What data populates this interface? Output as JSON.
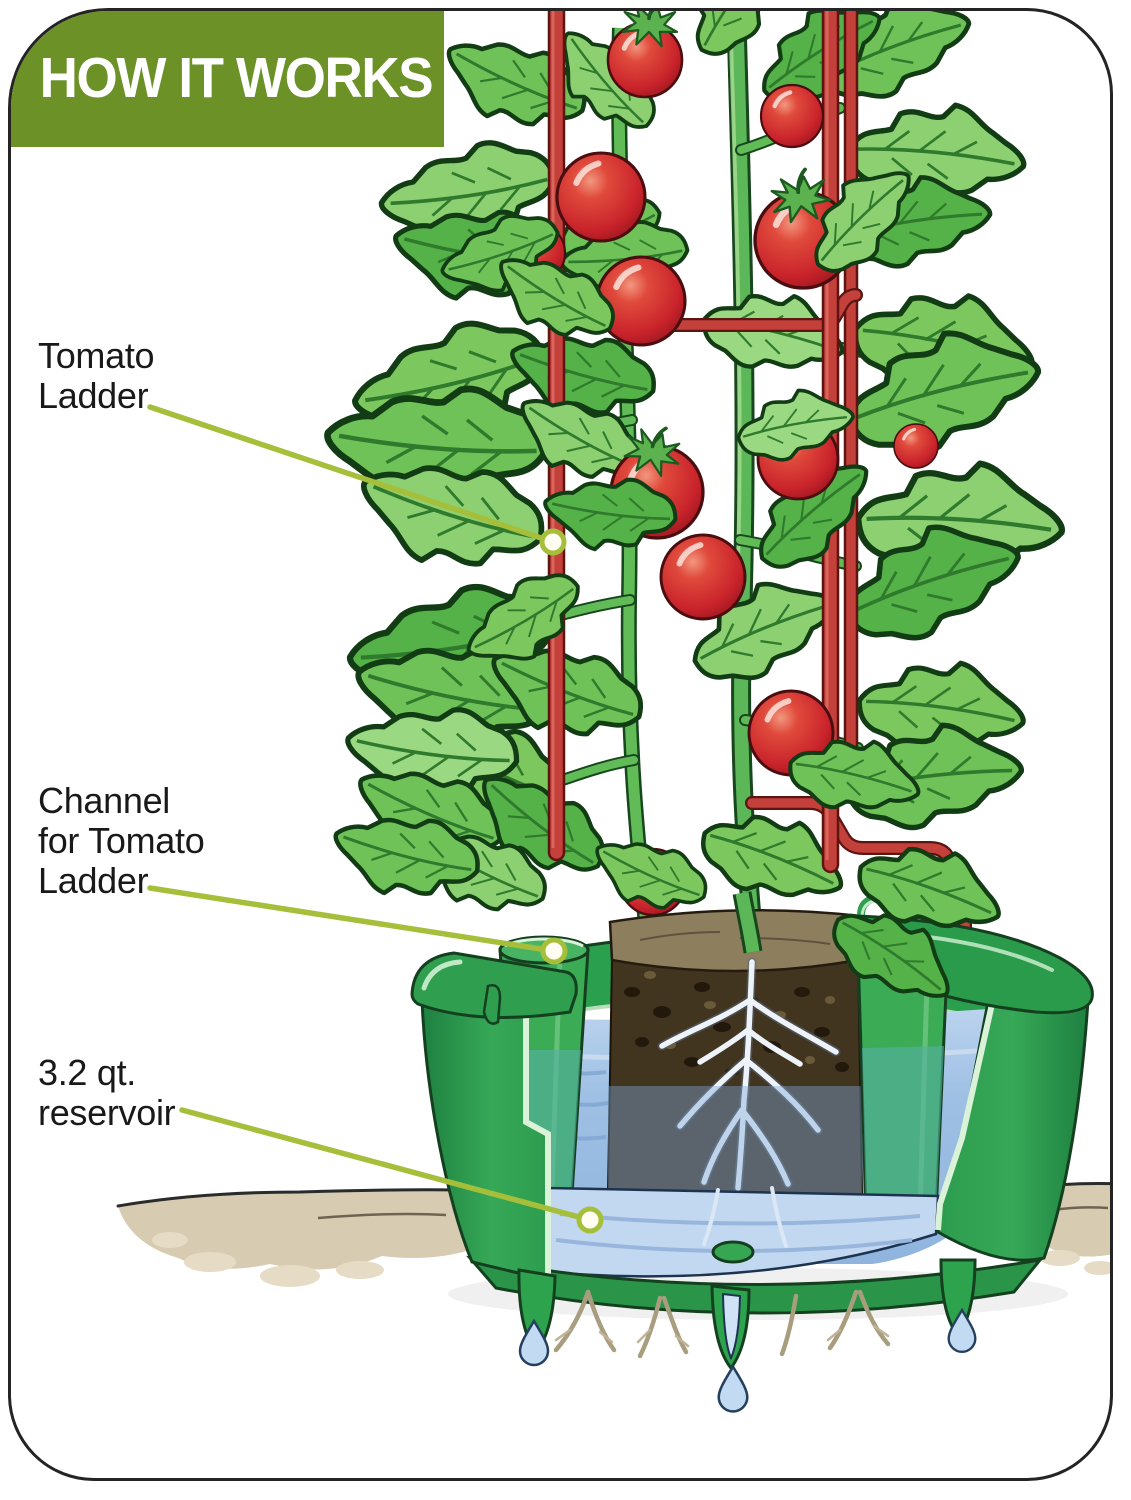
{
  "header": {
    "title": "HOW IT WORKS",
    "bg_color": "#6b9127",
    "text_color": "#ffffff"
  },
  "callouts": [
    {
      "id": "tomato-ladder",
      "lines": [
        "Tomato",
        "Ladder"
      ]
    },
    {
      "id": "channel-for-tomato-ladder",
      "lines": [
        "Channel",
        "for Tomato",
        "Ladder"
      ]
    },
    {
      "id": "reservoir-3-2-qt",
      "lines": [
        "3.2 qt.",
        "reservoir"
      ]
    }
  ],
  "callout_style": {
    "line_color": "#a6bf3b",
    "dot_fill": "#fffdf2",
    "text_color": "#191919"
  },
  "illustration": {
    "subject": "Self-watering tomato planter cutaway with tomato ladder",
    "elements": {
      "ladder": "red tomato ladder stakes with bent rungs",
      "plant": "tomato plant with ripe red tomatoes",
      "planter": "green planter pot shown in cross-section",
      "channel": "molded channel that holds the tomato ladder leg",
      "reservoir": "water reservoir in the planter base",
      "soil": "dark soil root ball with white roots reaching the water",
      "ground": "tan soil line beside the planter with drainage drips below"
    },
    "palette": {
      "pot_green": "#30a050",
      "pot_green_dark": "#1e8140",
      "water_blue": "#a9c6e8",
      "water_deep": "#8fb4de",
      "tomato_red": "#c9232b",
      "leaf_green": "#6fc258",
      "ladder_red": "#c4403a",
      "soil_brown": "#42351f",
      "topsoil_brown": "#8d7e5e",
      "ground_tan": "#d7ccb2",
      "root_white": "#eef3fa"
    }
  }
}
